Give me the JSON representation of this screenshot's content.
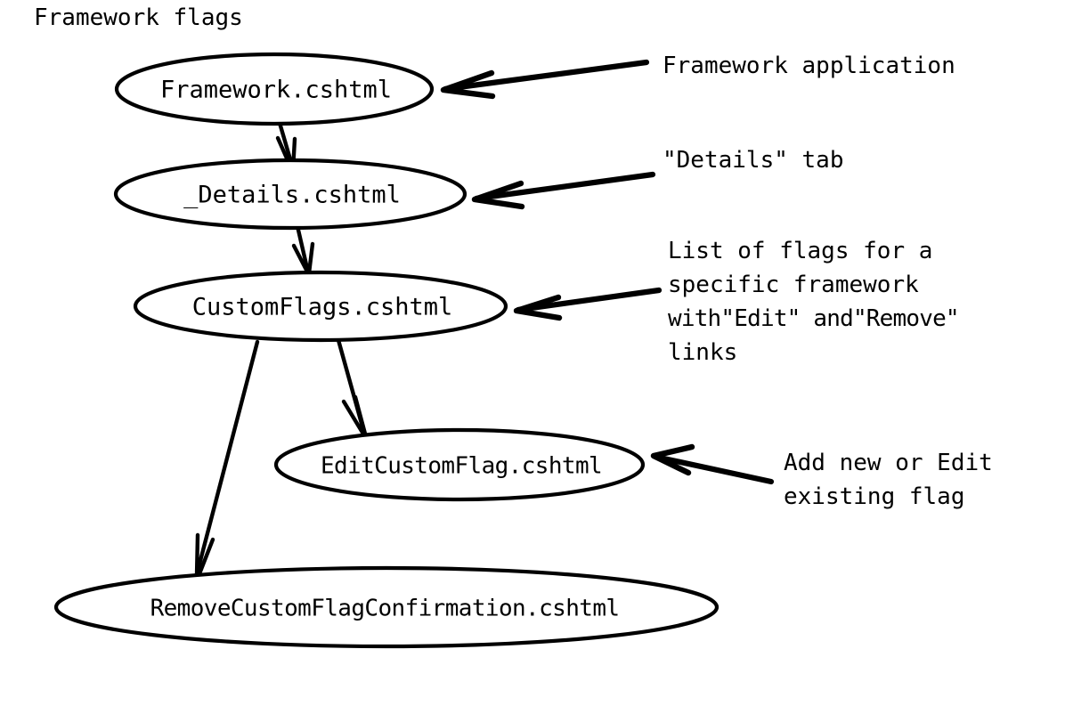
{
  "title": "Framework flags",
  "nodes": [
    {
      "id": "framework",
      "label": "Framework.cshtml"
    },
    {
      "id": "details",
      "label": "_Details.cshtml"
    },
    {
      "id": "customflags",
      "label": "CustomFlags.cshtml"
    },
    {
      "id": "editflag",
      "label": "EditCustomFlag.cshtml"
    },
    {
      "id": "removeflag",
      "label": "RemoveCustomFlagConfirmation.cshtml"
    }
  ],
  "annotations": {
    "framework": {
      "lines": [
        "Framework application"
      ]
    },
    "details": {
      "lines": [
        "\"Details\" tab"
      ]
    },
    "customflags": {
      "lines": [
        "List of flags for a",
        "specific framework",
        "with\"Edit\" and\"Remove\"",
        "links"
      ]
    },
    "editflag": {
      "lines": [
        "Add new or Edit",
        "existing flag"
      ]
    }
  },
  "edges": [
    {
      "from": "framework",
      "to": "details"
    },
    {
      "from": "details",
      "to": "customflags"
    },
    {
      "from": "customflags",
      "to": "editflag"
    },
    {
      "from": "customflags",
      "to": "removeflag"
    }
  ],
  "colors": {
    "background": "#ffffff",
    "stroke": "#000000",
    "text": "#000000"
  }
}
